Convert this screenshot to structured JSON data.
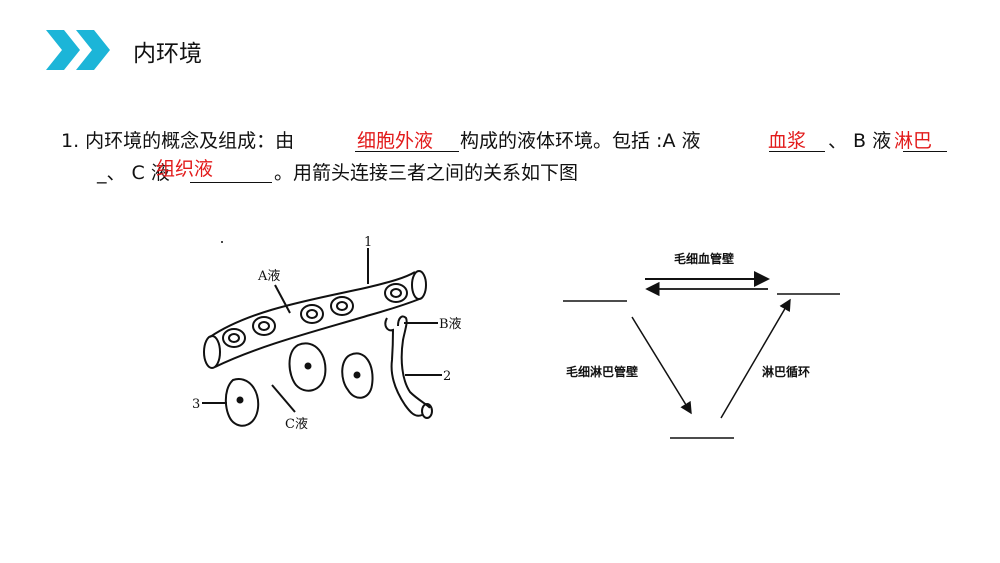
{
  "header": {
    "icon": "double-chevron-right-icon",
    "title": "内环境",
    "accent_color": "#1cb5d8"
  },
  "question": {
    "line1_prefix": "1. 内环境的概念及组成：由",
    "line1_mid": "构成的液体环境。包括 :A 液",
    "line1_sep": "、 B 液",
    "line2_prefix": "_、 C 液",
    "line2_suffix": "。用箭头连接三者之间的关系如下图",
    "answers": {
      "blank1": "细胞外液",
      "blankA": "血浆",
      "blankB": "淋巴",
      "blankC": "组织液"
    },
    "answer_color": "#e21b1b"
  },
  "figure_left": {
    "labels": {
      "a": "A液",
      "b": "B液",
      "c": "C液",
      "n1": "1",
      "n2": "2",
      "n3": "3"
    }
  },
  "figure_right": {
    "top_label": "毛细血管壁",
    "left_label": "毛细淋巴管壁",
    "right_label": "淋巴循环"
  }
}
